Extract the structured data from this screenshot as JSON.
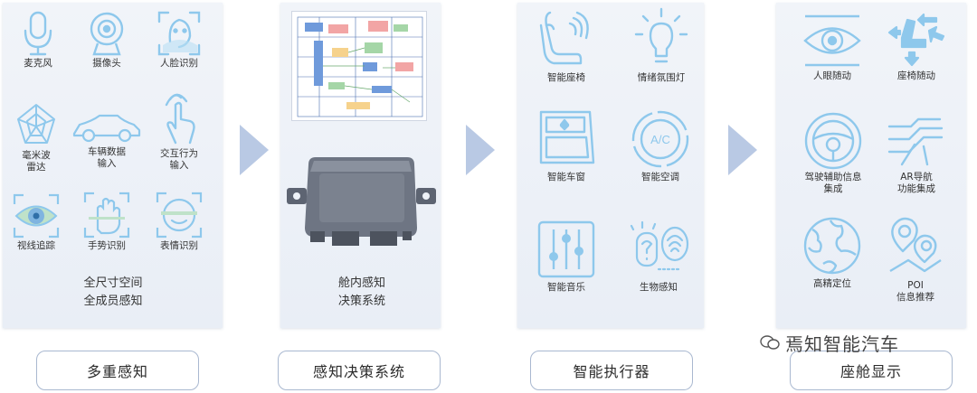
{
  "colors": {
    "panel": "#eef2f8",
    "icon_line": "#8ec8ec",
    "arrow": "#b9c9e4",
    "button_border": "#a9b8d0"
  },
  "perception": {
    "items": [
      {
        "label": "麦克风",
        "icon": "microphone-icon"
      },
      {
        "label": "摄像头",
        "icon": "camera-icon"
      },
      {
        "label": "人脸识别",
        "icon": "face-recognition-icon"
      },
      {
        "label": "毫米波\n雷达",
        "icon": "radar-icon"
      },
      {
        "label": "车辆数据\n输入",
        "icon": "car-icon"
      },
      {
        "label": "交互行为\n输入",
        "icon": "touch-icon"
      },
      {
        "label": "视线追踪",
        "icon": "eye-tracking-icon"
      },
      {
        "label": "手势识别",
        "icon": "hand-icon"
      },
      {
        "label": "表情识别",
        "icon": "expression-icon"
      }
    ],
    "caption": "全尺寸空间\n全成员感知",
    "button": "多重感知"
  },
  "decision": {
    "caption": "舱内感知\n决策系统",
    "button": "感知决策系统"
  },
  "actuators": {
    "items": [
      {
        "label": "智能座椅",
        "icon": "seat-icon"
      },
      {
        "label": "情绪氛围灯",
        "icon": "light-bulb-icon"
      },
      {
        "label": "智能车窗",
        "icon": "window-icon"
      },
      {
        "label": "智能空调",
        "icon": "ac-icon",
        "icon_text": "A/C"
      },
      {
        "label": "智能音乐",
        "icon": "equalizer-icon"
      },
      {
        "label": "生物感知",
        "icon": "bio-sensing-icon"
      }
    ],
    "button": "智能执行器"
  },
  "display": {
    "items": [
      {
        "label": "人眼随动",
        "icon": "eye-icon"
      },
      {
        "label": "座椅随动",
        "icon": "seat-motion-icon"
      },
      {
        "label": "驾驶辅助信息\n集成",
        "icon": "steering-wheel-icon"
      },
      {
        "label": "AR导航\n功能集成",
        "icon": "ar-navigation-icon"
      },
      {
        "label": "高精定位",
        "icon": "globe-icon"
      },
      {
        "label": "POI\n信息推荐",
        "icon": "poi-icon"
      }
    ],
    "button": "座舱显示"
  },
  "watermark": "焉知智能汽车"
}
